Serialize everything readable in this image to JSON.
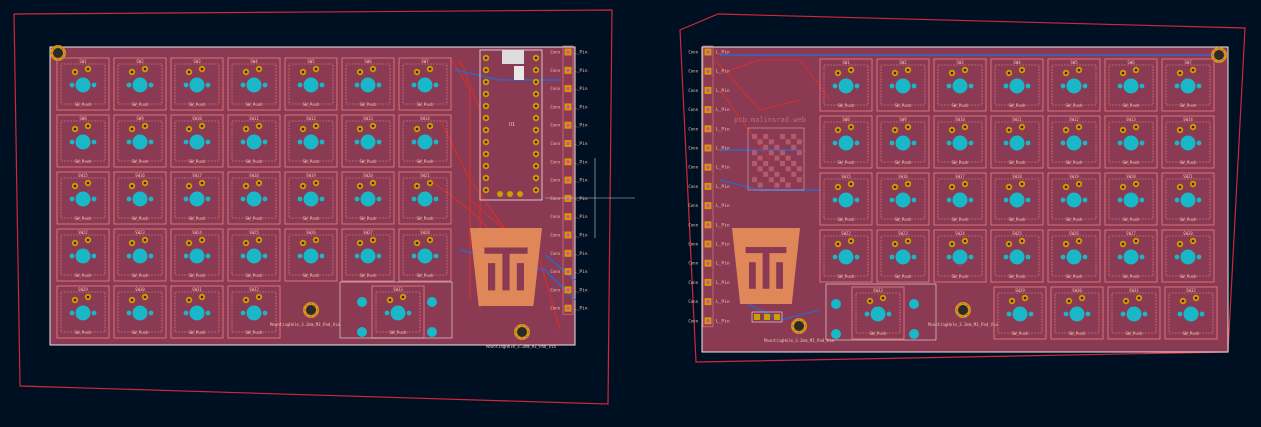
{
  "colors": {
    "background": "#001023",
    "board_outline": "#d0283a",
    "board_fill": "#8a3a52",
    "board_edge": "#e8e8e8",
    "courtyard": "#f07f86",
    "pad_copper": "#c8a000",
    "pad_drill": "#ff2bd0",
    "key_hole": "#18b8c8",
    "trace_front": "#c83232",
    "trace_back": "#3264c8",
    "logo": "#e8905a",
    "silk": "#f0c8b0"
  },
  "left_board": {
    "switch_label": "SW_Push",
    "mounting_label": "MountingHole_3.2mm_M3_Pad_Via",
    "pin_labels": [
      "L_Pin",
      "L_Pin",
      "L_Pin",
      "L_Pin",
      "L_Pin",
      "L_Pin",
      "L_Pin",
      "L_Pin",
      "L_Pin",
      "L_Pin",
      "L_Pin",
      "L_Pin",
      "L_Pin",
      "L_Pin",
      "L_Pin"
    ],
    "side_labels": [
      "Conn",
      "Conn",
      "Conn",
      "Conn",
      "Conn",
      "Conn",
      "Conn",
      "Conn",
      "Conn",
      "Conn",
      "Conn",
      "Conn",
      "Conn",
      "Conn",
      "Conn"
    ],
    "ref_u1": "U1"
  },
  "right_board": {
    "switch_label": "SW_Push",
    "mounting_label": "MountingHole_3.2mm_M3_Pad_Via",
    "url_text": "pcb.malinsrad.web",
    "pin_labels": [
      "L_Pin",
      "L_Pin",
      "L_Pin",
      "L_Pin",
      "L_Pin",
      "L_Pin",
      "L_Pin",
      "L_Pin",
      "L_Pin",
      "L_Pin",
      "L_Pin",
      "L_Pin",
      "L_Pin",
      "L_Pin",
      "L_Pin"
    ],
    "side_labels": [
      "Conn",
      "Conn",
      "Conn",
      "Conn",
      "Conn",
      "Conn",
      "Conn",
      "Conn",
      "Conn",
      "Conn",
      "Conn",
      "Conn",
      "Conn",
      "Conn",
      "Conn"
    ]
  }
}
